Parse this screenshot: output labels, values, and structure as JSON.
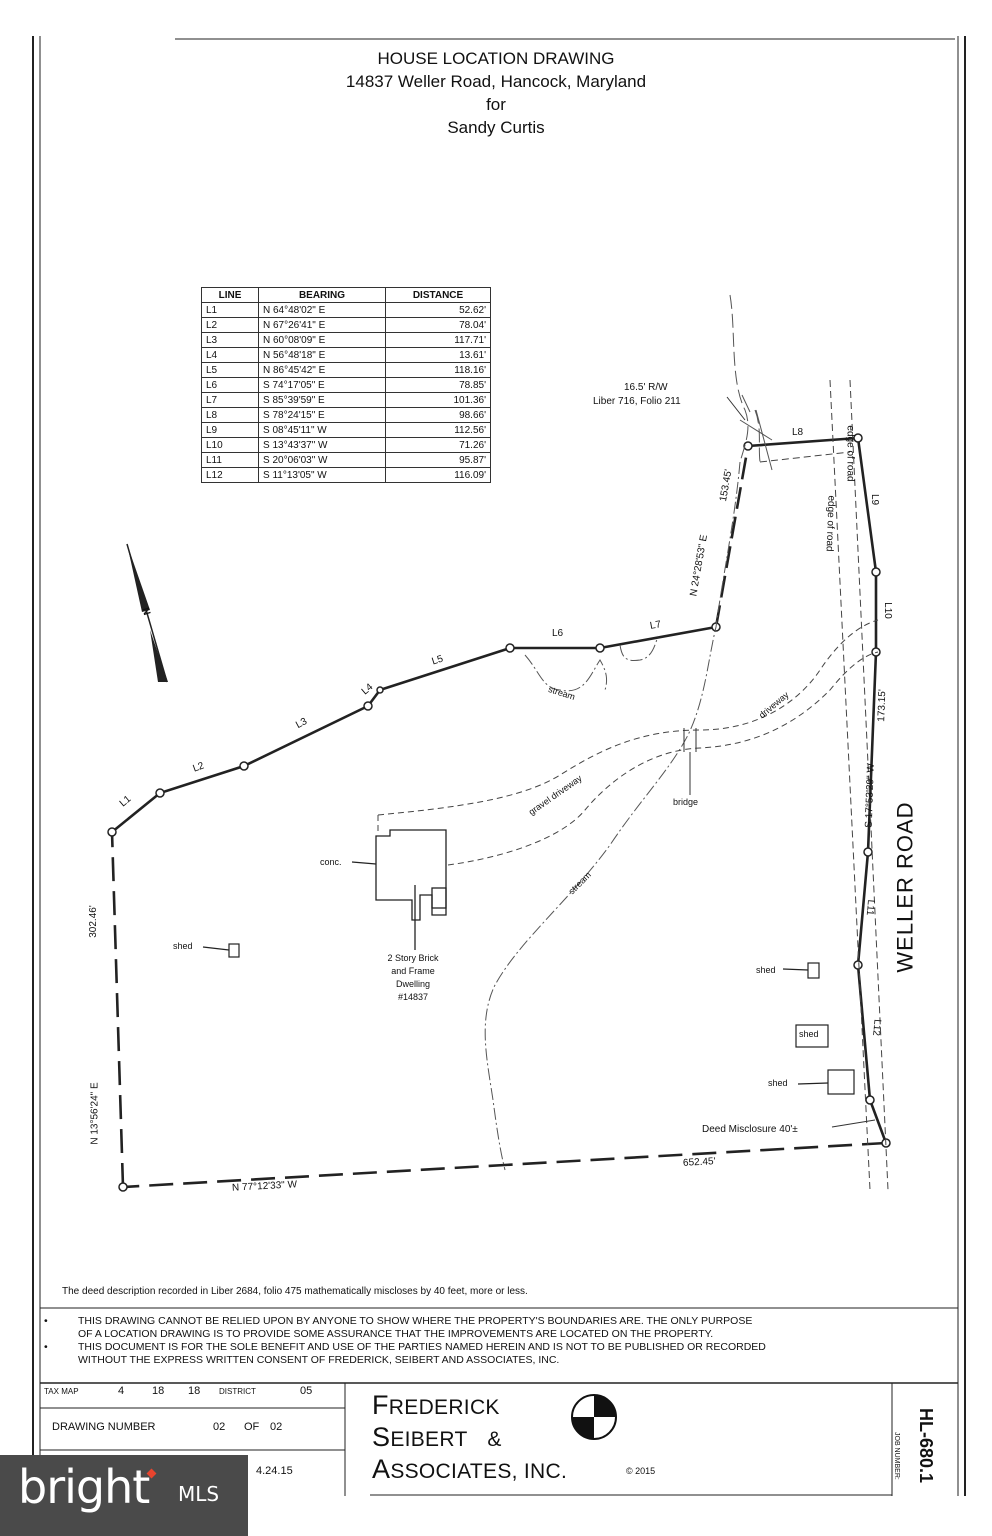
{
  "header": {
    "line1": "HOUSE LOCATION DRAWING",
    "line2": "14837 Weller Road, Hancock, Maryland",
    "line3": "for",
    "line4": "Sandy Curtis"
  },
  "table": {
    "headers": [
      "LINE",
      "BEARING",
      "DISTANCE"
    ],
    "rows": [
      [
        "L1",
        "N 64°48'02\" E",
        "52.62'"
      ],
      [
        "L2",
        "N 67°26'41\" E",
        "78.04'"
      ],
      [
        "L3",
        "N 60°08'09\" E",
        "117.71'"
      ],
      [
        "L4",
        "N 56°48'18\" E",
        "13.61'"
      ],
      [
        "L5",
        "N 86°45'42\" E",
        "118.16'"
      ],
      [
        "L6",
        "S 74°17'05\" E",
        "78.85'"
      ],
      [
        "L7",
        "S 85°39'59\" E",
        "101.36'"
      ],
      [
        "L8",
        "S 78°24'15\" E",
        "98.66'"
      ],
      [
        "L9",
        "S 08°45'11\" W",
        "112.56'"
      ],
      [
        "L10",
        "S 13°43'37\" W",
        "71.26'"
      ],
      [
        "L11",
        "S 20°06'03\" W",
        "95.87'"
      ],
      [
        "L12",
        "S 11°13'05\" W",
        "116.09'"
      ]
    ]
  },
  "labels": {
    "row_width": "16.5' R/W",
    "row_liber": "Liber 716, Folio 211",
    "north": "N",
    "l1": "L1",
    "l2": "L2",
    "l3": "L3",
    "l4": "L4",
    "l5": "L5",
    "l6": "L6",
    "l7": "L7",
    "l8": "L8",
    "l9": "L9",
    "l10": "L10",
    "l11": "L11",
    "l12": "L12",
    "east_line_upper": "N 24°28'53\" E",
    "east_dist_upper": "153.45'",
    "edge_of_road_1": "edge of road",
    "edge_of_road_2": "edge of road",
    "weller_bearing": "S 17°53'29\" W",
    "weller_dist": "173.15'",
    "weller_road": "WELLER ROAD",
    "west_dist": "302.46'",
    "west_bearing": "N 13°56'24\" E",
    "south_bearing": "N 77°12'33\" W",
    "south_dist": "652.45'",
    "stream_1": "stream",
    "stream_2": "stream",
    "gravel_driveway": "gravel driveway",
    "driveway": "driveway",
    "bridge": "bridge",
    "conc": "conc.",
    "dwelling_1": "2 Story Brick",
    "dwelling_2": "and Frame",
    "dwelling_3": "Dwelling",
    "dwelling_4": "#14837",
    "shed_w": "shed",
    "shed_e1": "shed",
    "shed_e2": "shed",
    "shed_e3": "shed",
    "deed_misclosure": "Deed Misclosure 40'±"
  },
  "notes": {
    "deed_note": "The deed description recorded in Liber 2684, folio 475 mathematically miscloses by 40 feet, more or less.",
    "bullet_1a": "THIS DRAWING CANNOT BE RELIED UPON BY ANYONE TO SHOW WHERE THE PROPERTY'S BOUNDARIES ARE. THE ONLY PURPOSE",
    "bullet_1b": "OF A LOCATION DRAWING IS TO PROVIDE SOME ASSURANCE THAT THE IMPROVEMENTS ARE LOCATED ON THE PROPERTY.",
    "bullet_2a": "THIS DOCUMENT IS FOR THE SOLE BENEFIT AND USE OF THE PARTIES NAMED HEREIN AND IS NOT TO BE PUBLISHED OR RECORDED",
    "bullet_2b": "WITHOUT THE EXPRESS WRITTEN CONSENT OF FREDERICK, SEIBERT AND ASSOCIATES, INC.",
    "bullet": "•"
  },
  "title_block": {
    "tax_map_label": "TAX MAP",
    "tax_map": "4",
    "grid": "18",
    "parcel": "18",
    "district_label": "DISTRICT",
    "district": "05",
    "drawing_number_label": "DRAWING NUMBER",
    "drawing_number": "02",
    "of_label": "OF",
    "drawing_total": "02",
    "date": "4.24.15",
    "firm_f": "F",
    "firm_f_rest": "REDERICK",
    "firm_s": "S",
    "firm_s_rest": "EIBERT",
    "firm_amp": "&",
    "firm_a": "A",
    "firm_a_rest": "SSOCIATES, INC.",
    "copyright": "© 2015",
    "job_number_label": "JOB NUMBER:",
    "job_number": "HL-680.1"
  },
  "watermark": {
    "brand": "bright",
    "mls": "MLS",
    "accent": "#e8442e"
  }
}
